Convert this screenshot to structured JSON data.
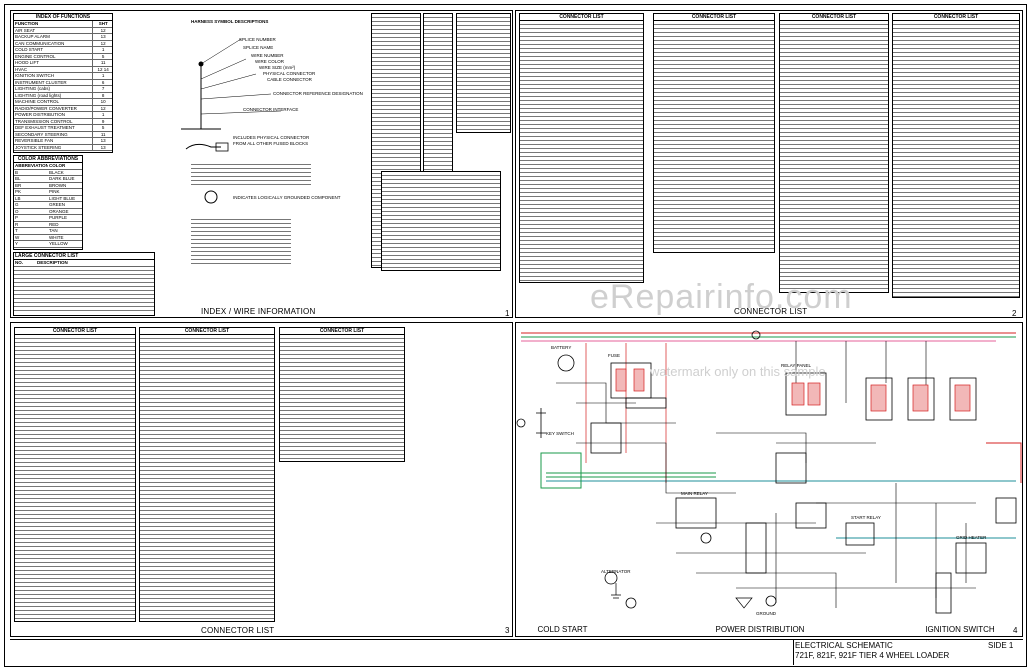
{
  "index": {
    "title": "INDEX OF FUNCTIONS",
    "col_function": "FUNCTION",
    "col_sht": "SHT",
    "rows": [
      [
        "AIR SEAT",
        "12"
      ],
      [
        "BACKUP ALARM",
        "13"
      ],
      [
        "CAN COMMUNICATION",
        "12"
      ],
      [
        "COLD START",
        "1"
      ],
      [
        "ENGINE CONTROL",
        "5"
      ],
      [
        "HOOD LIFT",
        "11"
      ],
      [
        "HVAC",
        "12 14"
      ],
      [
        "IGNITION SWITCH",
        "1"
      ],
      [
        "INSTRUMENT CLUSTER",
        "6"
      ],
      [
        "LIGHTING (cabs)",
        "7"
      ],
      [
        "LIGHTING (road lights)",
        "8"
      ],
      [
        "MACHINE CONTROL",
        "10"
      ],
      [
        "RADIO/POWER CONVERTER",
        "12"
      ],
      [
        "POWER DISTRIBUTION",
        "1"
      ],
      [
        "TRANSMISSION CONTROL",
        "9"
      ],
      [
        "DEF EXHAUST TREATMENT",
        "5"
      ],
      [
        "SECONDARY STEERING",
        "11"
      ],
      [
        "REVERSIBLE FAN",
        "13"
      ],
      [
        "JOYSTICK STEERING",
        "13"
      ]
    ]
  },
  "color_abbrev": {
    "title": "COLOR ABBREVIATIONS",
    "col_abbrev": "ABBREVIATION",
    "col_color": "COLOR",
    "rows": [
      [
        "B",
        "BLACK"
      ],
      [
        "BL",
        "DARK BLUE"
      ],
      [
        "BR",
        "BROWN"
      ],
      [
        "PK",
        "PINK"
      ],
      [
        "LB",
        "LIGHT BLUE"
      ],
      [
        "G",
        "GREEN"
      ],
      [
        "O",
        "ORANGE"
      ],
      [
        "P",
        "PURPLE"
      ],
      [
        "R",
        "RED"
      ],
      [
        "T",
        "TAN"
      ],
      [
        "W",
        "WHITE"
      ],
      [
        "Y",
        "YELLOW"
      ]
    ]
  },
  "large_conn": {
    "title": "LARGE CONNECTOR LIST",
    "col_no": "NO.",
    "col_desc": "DESCRIPTION"
  },
  "symbols": {
    "title": "HARNESS SYMBOL DESCRIPTIONS",
    "items": [
      "SPLICE NUMBER",
      "SPLICE NAME",
      "WIRE NUMBER",
      "WIRE COLOR",
      "WIRE SIZE (mm²)",
      "PHYSICAL CONNECTOR",
      "CABLE CONNECTOR",
      "CONNECTOR REFERENCE DESIGNATION",
      "CONNECTOR INTERFACE"
    ],
    "notes": [
      "INCLUDES PHYSICAL CONNECTOR",
      "FROM ALL OTHER FUSED BLOCKS",
      "INDICATES LOGICALLY GROUNDED COMPONENT"
    ]
  },
  "connector_list_title": "CONNECTOR LIST",
  "desc_col": "DESCRIPTION",
  "panel_labels": {
    "p1": "INDEX / WIRE INFORMATION",
    "p2": "CONNECTOR LIST",
    "p3": "CONNECTOR LIST",
    "p4a": "COLD START",
    "p4b": "POWER DISTRIBUTION",
    "p4c": "IGNITION SWITCH"
  },
  "panel_numbers": {
    "p1": "1",
    "p2": "2",
    "p3": "3",
    "p4": "4"
  },
  "titleblock": {
    "line1": "ELECTRICAL SCHEMATIC",
    "side": "SIDE 1",
    "line2": "721F, 821F, 921F  TIER 4 WHEEL LOADER"
  },
  "schematic_labels": [
    "START RELAY",
    "FUSE",
    "BATTERY",
    "ALTERNATOR",
    "GRID HEATER",
    "KEY SWITCH",
    "MAIN RELAY",
    "RELAY PANEL",
    "GROUND"
  ],
  "watermark": {
    "main": "eRepairinfo.com",
    "sub": "watermark only on this sample"
  },
  "colors": {
    "red": "#d42020",
    "green": "#1a9a4a",
    "teal": "#1d8f98",
    "pink": "#e4609a",
    "line": "#000000"
  }
}
